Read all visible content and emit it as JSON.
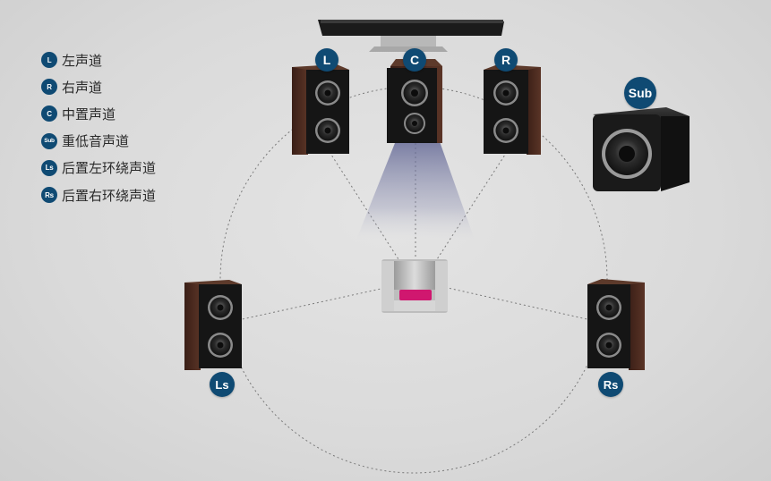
{
  "legend": [
    {
      "code": "L",
      "label": "左声道"
    },
    {
      "code": "R",
      "label": "右声道"
    },
    {
      "code": "C",
      "label": "中置声道"
    },
    {
      "code": "Sub",
      "label": "重低音声道"
    },
    {
      "code": "Ls",
      "label": "后置左环绕声道"
    },
    {
      "code": "Rs",
      "label": "后置右环绕声道"
    }
  ],
  "badges": {
    "left": "L",
    "center": "C",
    "right": "R",
    "sub": "Sub",
    "left_surround": "Ls",
    "right_surround": "Rs"
  },
  "colors": {
    "badge": "#0f4a73",
    "wood": "#4a2a20",
    "speaker_front": "#161616",
    "seat_accent": "#d0176f",
    "beam": "#6a6f9c"
  },
  "icons": [
    "tv-icon",
    "speaker-icon",
    "subwoofer-icon",
    "listener-seat-icon"
  ]
}
